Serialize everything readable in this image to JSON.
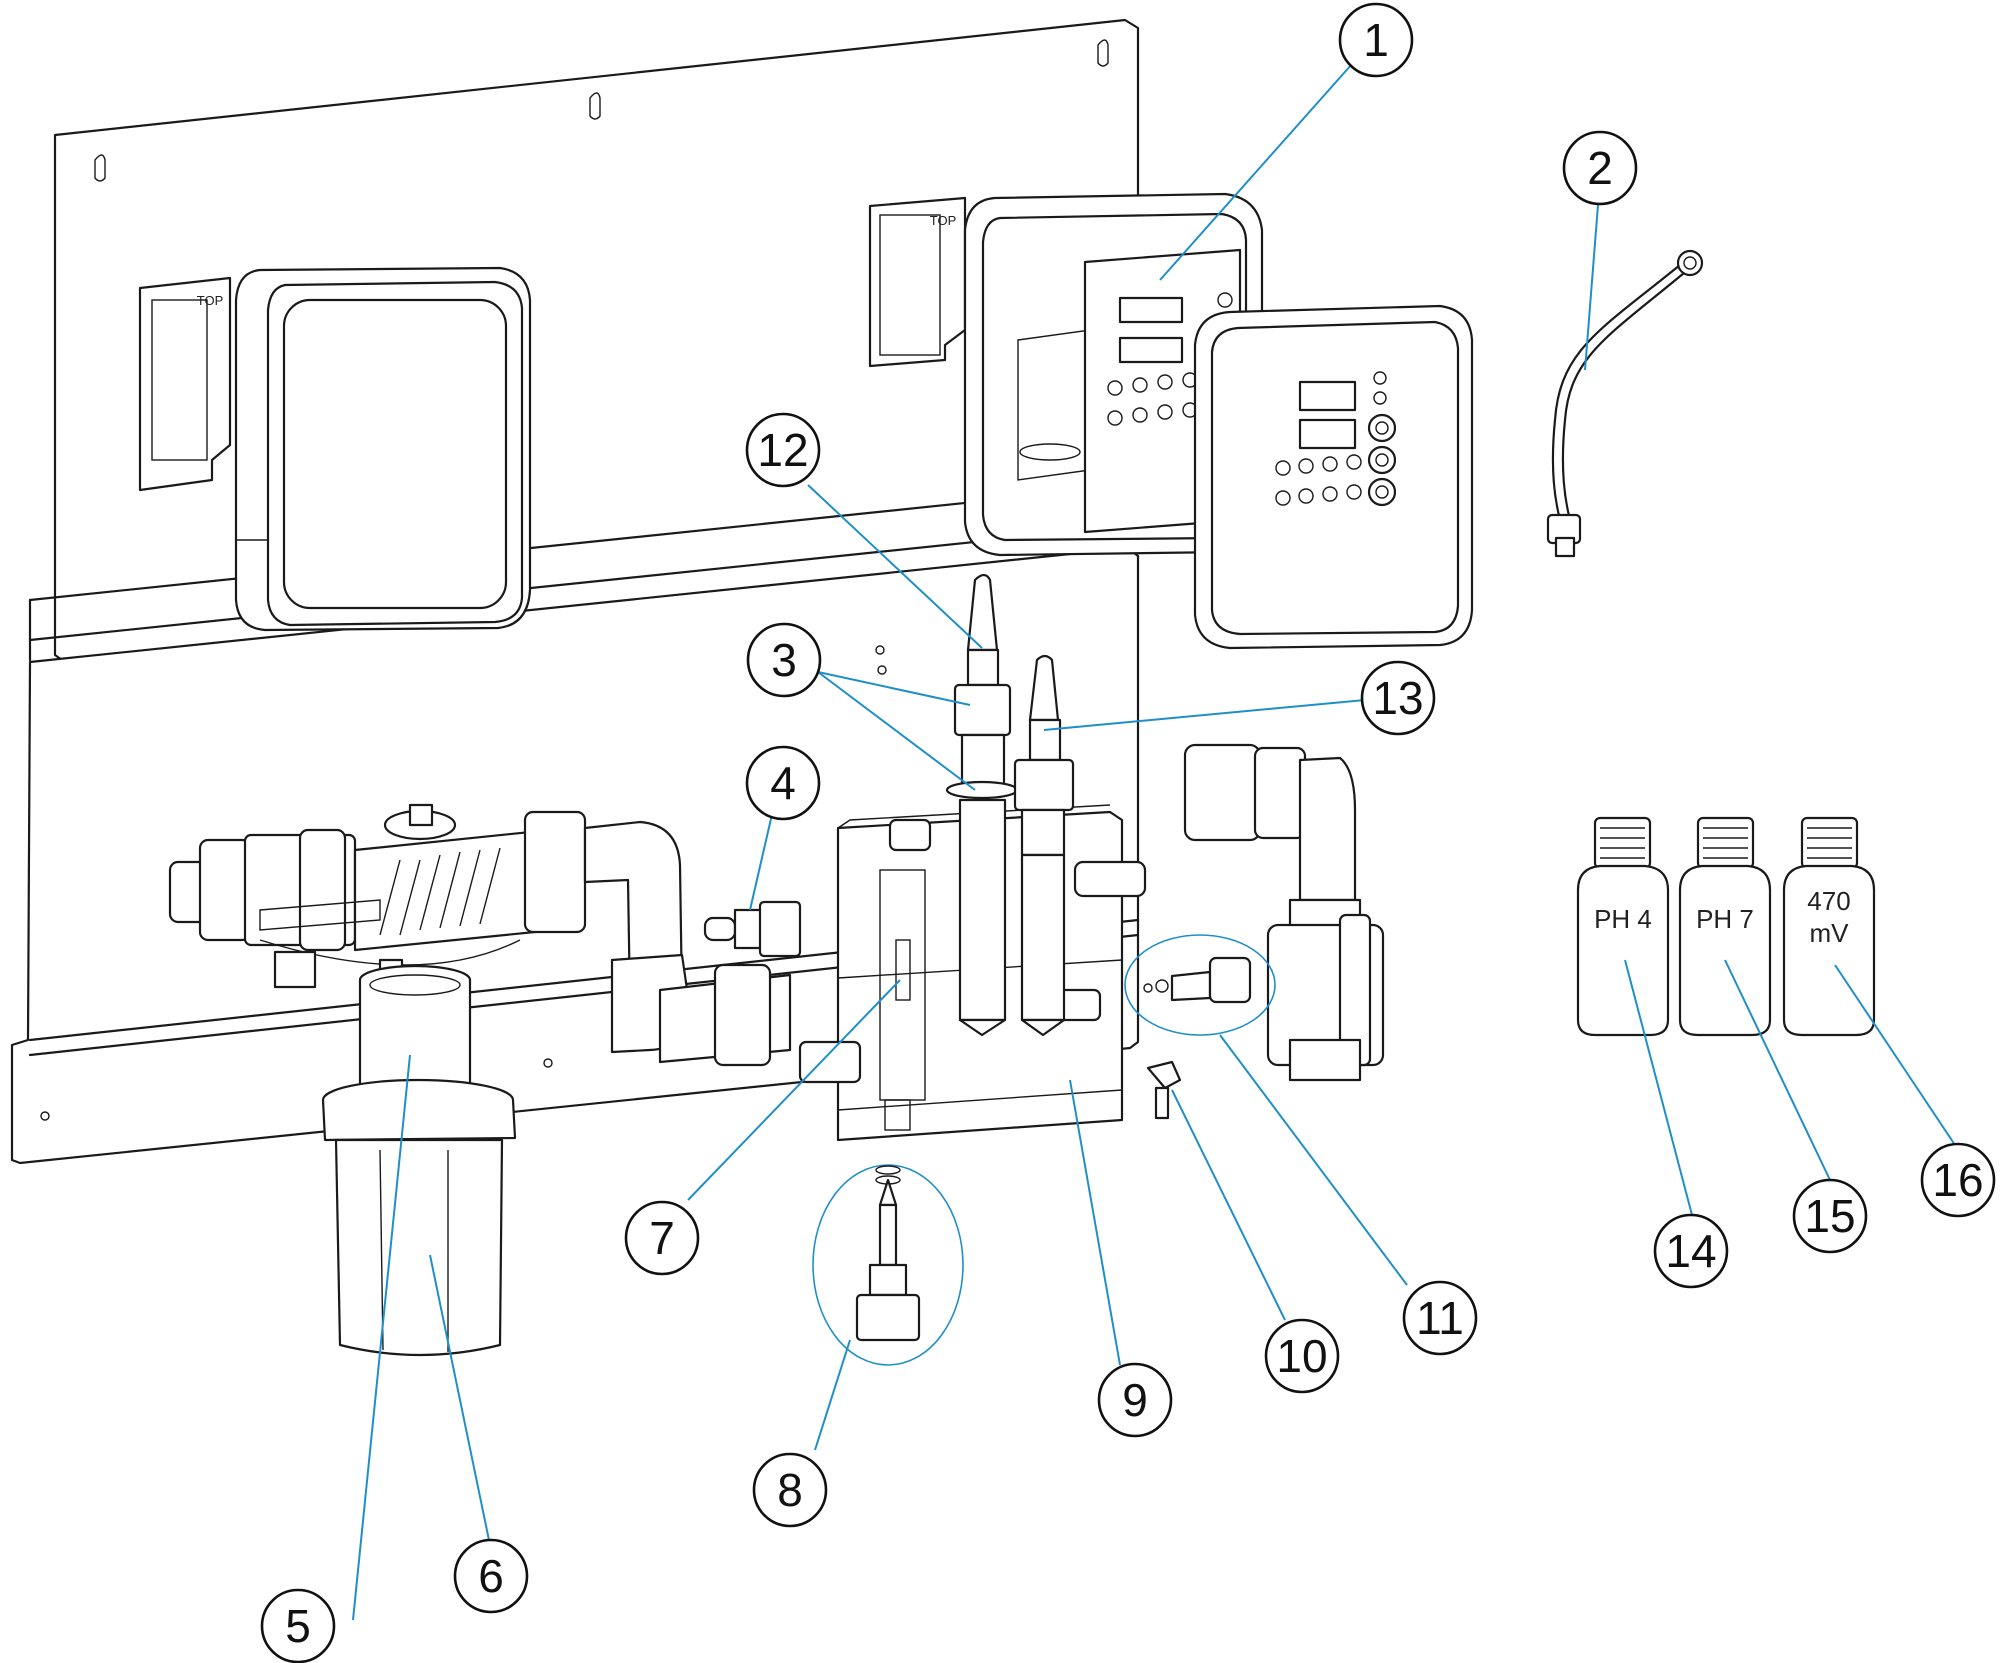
{
  "callouts": [
    {
      "id": "1",
      "label": "1"
    },
    {
      "id": "2",
      "label": "2"
    },
    {
      "id": "3",
      "label": "3"
    },
    {
      "id": "4",
      "label": "4"
    },
    {
      "id": "5",
      "label": "5"
    },
    {
      "id": "6",
      "label": "6"
    },
    {
      "id": "7",
      "label": "7"
    },
    {
      "id": "8",
      "label": "8"
    },
    {
      "id": "9",
      "label": "9"
    },
    {
      "id": "10",
      "label": "10"
    },
    {
      "id": "11",
      "label": "11"
    },
    {
      "id": "12",
      "label": "12"
    },
    {
      "id": "13",
      "label": "13"
    },
    {
      "id": "14",
      "label": "14"
    },
    {
      "id": "15",
      "label": "15"
    },
    {
      "id": "16",
      "label": "16"
    }
  ],
  "bottle_labels": {
    "ph4": "PH 4",
    "ph7": "PH 7",
    "redox_value": "470",
    "redox_unit": "mV"
  },
  "panel_marks": {
    "top_left": "TOP",
    "top_right": "TOP"
  },
  "colors": {
    "leader_line": "#1f8fc9",
    "outline": "#1a1a1a"
  }
}
